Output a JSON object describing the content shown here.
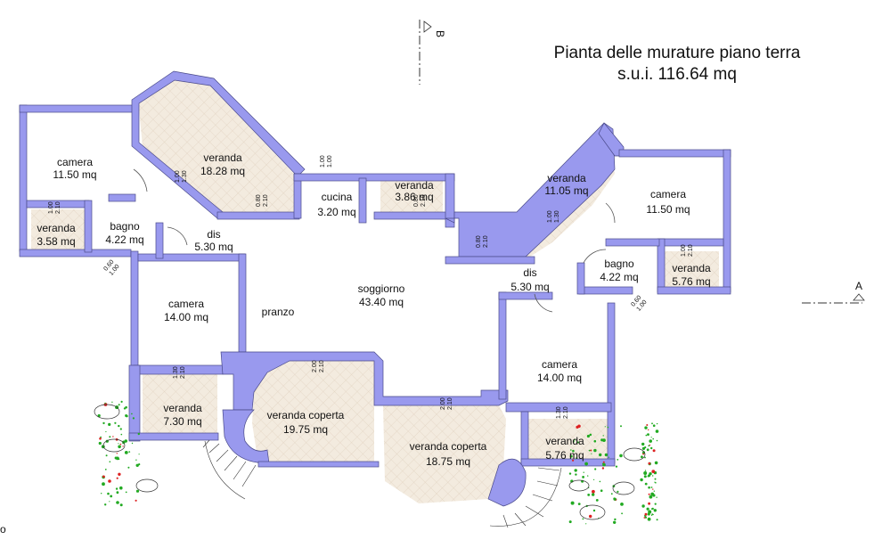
{
  "title": {
    "line1": "Pianta delle murature piano terra",
    "line2": "s.u.i. 116.64 mq"
  },
  "markers": {
    "section_b": "B",
    "section_a": "A",
    "edge_mark": "o"
  },
  "rooms": [
    {
      "name": "camera",
      "area": "11.50 mq"
    },
    {
      "name": "veranda",
      "area": "18.28 mq"
    },
    {
      "name": "veranda",
      "area": "3.58 mq"
    },
    {
      "name": "bagno",
      "area": "4.22 mq"
    },
    {
      "name": "dis",
      "area": "5.30 mq"
    },
    {
      "name": "cucina",
      "area": "3.20 mq"
    },
    {
      "name": "veranda",
      "area": "3.86 mq"
    },
    {
      "name": "veranda",
      "area": "11.05 mq"
    },
    {
      "name": "camera",
      "area": "11.50 mq"
    },
    {
      "name": "bagno",
      "area": "4.22 mq"
    },
    {
      "name": "veranda",
      "area": "5.76 mq"
    },
    {
      "name": "dis",
      "area": "5.30 mq"
    },
    {
      "name": "soggiorno",
      "area": "43.40 mq"
    },
    {
      "name": "pranzo",
      "area": ""
    },
    {
      "name": "camera",
      "area": "14.00 mq"
    },
    {
      "name": "camera",
      "area": "14.00 mq"
    },
    {
      "name": "veranda",
      "area": "7.30 mq"
    },
    {
      "name": "veranda coperta",
      "area": "19.75 mq"
    },
    {
      "name": "veranda coperta",
      "area": "18.75 mq"
    },
    {
      "name": "veranda",
      "area": "5.76 mq"
    }
  ],
  "openings": [
    {
      "w": "1.00",
      "h": "1.30"
    },
    {
      "w": "0.80",
      "h": "2.10"
    },
    {
      "w": "1.00",
      "h": "1.00"
    },
    {
      "w": "0.80",
      "h": "2.10"
    },
    {
      "w": "1.00",
      "h": "1.30"
    },
    {
      "w": "0.80",
      "h": "2.10"
    },
    {
      "w": "1.00",
      "h": "2.10"
    },
    {
      "w": "1.00",
      "h": "2.10"
    },
    {
      "w": "0.60",
      "h": "1.00"
    },
    {
      "w": "0.60",
      "h": "1.00"
    },
    {
      "w": "1.30",
      "h": "2.10"
    },
    {
      "w": "2.00",
      "h": "2.10"
    },
    {
      "w": "2.00",
      "h": "2.10"
    },
    {
      "w": "1.30",
      "h": "2.10"
    }
  ],
  "colors": {
    "wall": "#9999ee",
    "wall_stroke": "#4a4a8a",
    "tile": "#f3ebdf",
    "tile_line": "#e2d4c2",
    "vegetation": "#22aa22",
    "flower": "#dd2222"
  }
}
